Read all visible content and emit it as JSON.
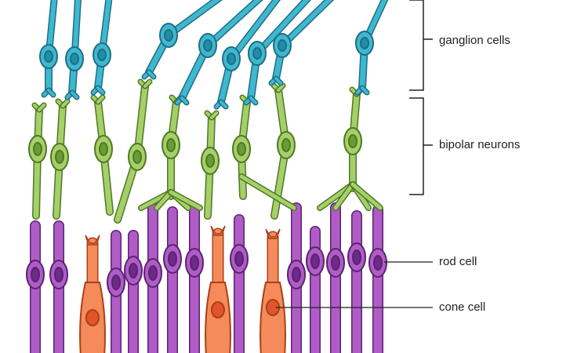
{
  "labels": {
    "ganglion": "ganglion cells",
    "bipolar": "bipolar neurons",
    "rod": "rod cell",
    "cone": "cone cell"
  },
  "colors": {
    "ganglion_fill": "#3fb8cf",
    "ganglion_stroke": "#1f6f86",
    "ganglion_nucleus": "#1f8fa8",
    "bipolar_fill": "#a6cf6a",
    "bipolar_stroke": "#4d7a23",
    "bipolar_nucleus": "#6a9c36",
    "rod_fill": "#b05cc6",
    "rod_stroke": "#5a2470",
    "rod_nucleus": "#6e2a8a",
    "cone_fill": "#f58a5a",
    "cone_stroke": "#a8401b",
    "cone_nucleus": "#e2542a",
    "line": "#222222"
  }
}
